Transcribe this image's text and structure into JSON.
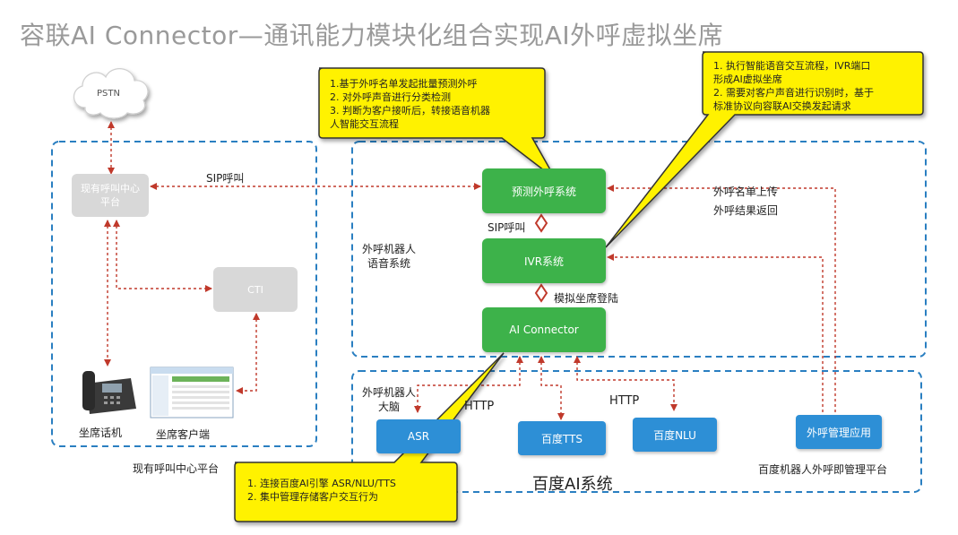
{
  "title": "容联AI Connector—通讯能力模块化组合实现AI外呼虚拟坐席",
  "nodes": {
    "pstn": "PSTN",
    "call_center_platform": "现有呼叫中心\n平台",
    "cti": "CTI",
    "desk_phone": "坐席话机",
    "agent_client": "坐席客户端",
    "predictive_dialer": "预测外呼系统",
    "ivr": "IVR系统",
    "ai_connector": "AI Connector",
    "asr": "ASR",
    "tts": "百度TTS",
    "nlu": "百度NLU",
    "outbound_mgmt_app": "外呼管理应用"
  },
  "labels": {
    "sip_call_top": "SIP呼叫",
    "sip_call_mid": "SIP呼叫",
    "virtual_agent_login": "模拟坐席登陆",
    "list_upload": "外呼名单上传",
    "result_return": "外呼结果返回",
    "robot_voice_system": "外呼机器人\n语音系统",
    "robot_brain": "外呼机器人\n大脑",
    "http_left": "HTTP",
    "http_right": "HTTP",
    "existing_platform": "现有呼叫中心平台",
    "baidu_ai_system": "百度AI系统",
    "baidu_robot_platform": "百度机器人外呼即管理平台"
  },
  "callouts": {
    "top_middle": "1.基于外呼名单发起批量预测外呼\n2. 对外呼声音进行分类检测\n3. 判断为客户接听后，转接语音机器\n人智能交互流程",
    "top_right": "1. 执行智能语音交互流程，IVR端口\n形成AI虚拟坐席\n2. 需要对客户声音进行识别时，基于\n标准协议向容联AI交换发起请求",
    "bottom_left": "1.    连接百度AI引擎 ASR/NLU/TTS\n2.    集中管理存储客户交互行为"
  },
  "colors": {
    "green": "#3db24a",
    "blue": "#2d8fd6",
    "gray": "#d8d8d8",
    "callout_yellow": "#fff200",
    "arrow_red": "#c0392b",
    "dashed_border": "#2a7fc1"
  },
  "icons": [
    "cloud-icon",
    "desk-phone-icon",
    "agent-client-screenshot-icon"
  ]
}
